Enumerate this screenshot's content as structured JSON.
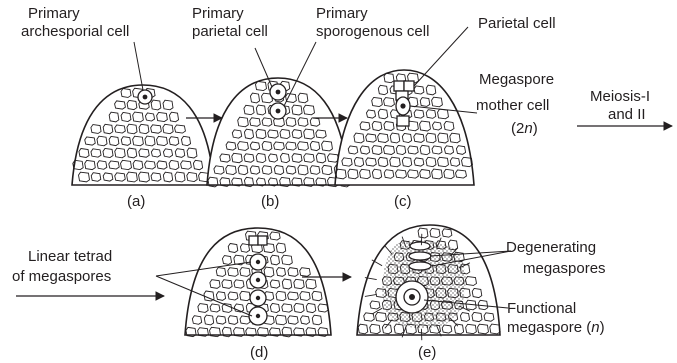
{
  "stages": [
    {
      "caption": "(a)"
    },
    {
      "caption": "(b)"
    },
    {
      "caption": "(c)"
    },
    {
      "caption": "(d)"
    },
    {
      "caption": "(e)"
    }
  ],
  "labels": {
    "primary_archesporial_l1": "Primary",
    "primary_archesporial_l2": "archesporial cell",
    "primary_parietal_l1": "Primary",
    "primary_parietal_l2": "parietal cell",
    "primary_sporogenous_l1": "Primary",
    "primary_sporogenous_l2": "sporogenous cell",
    "parietal_cell": "Parietal cell",
    "mmc_l1": "Megaspore",
    "mmc_l2": "mother cell",
    "mmc_l3_pre": "(2",
    "mmc_l3_ital": "n",
    "mmc_l3_post": ")",
    "meiosis_l1": "Meiosis-I",
    "meiosis_l2": "and II",
    "tetrad_l1": "Linear tetrad",
    "tetrad_l2": "of megaspores",
    "degenerating_l1": "Degenerating",
    "degenerating_l2": "megaspores",
    "functional_l1": "Functional",
    "functional_l2_pre": "megaspore (",
    "functional_l2_ital": "n",
    "functional_l2_post": ")"
  },
  "colors": {
    "ink": "#231f20",
    "background": "#ffffff"
  }
}
